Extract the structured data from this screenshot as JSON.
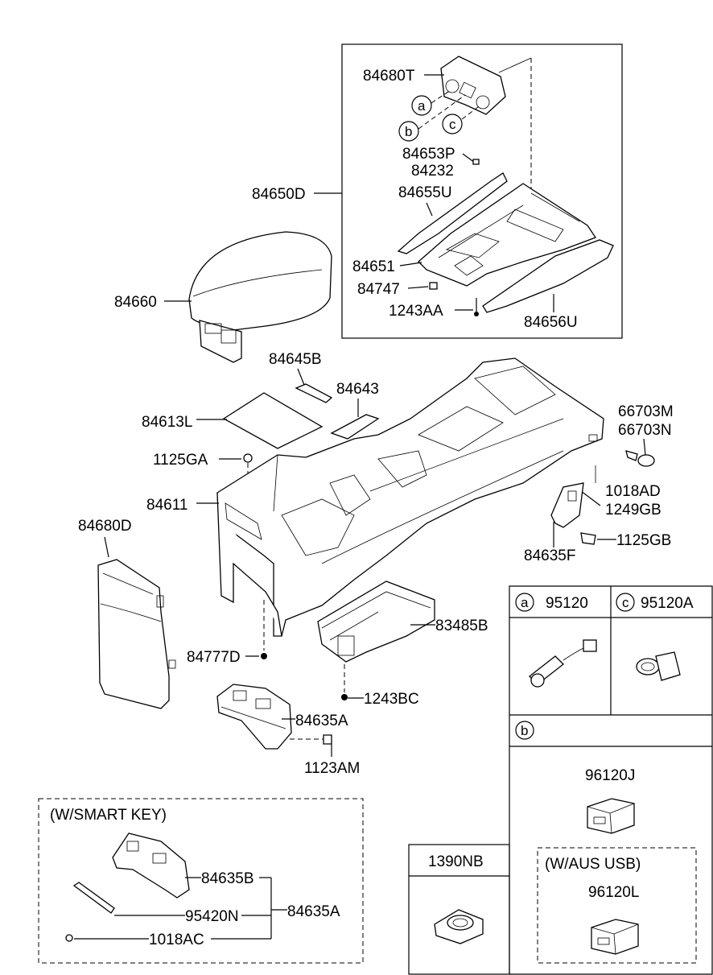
{
  "labels": {
    "l84680T": "84680T",
    "la": "a",
    "lb": "b",
    "lc": "c",
    "l84653P": "84653P",
    "l84232": "84232",
    "l84650D": "84650D",
    "l84655U": "84655U",
    "l84651": "84651",
    "l84747": "84747",
    "l1243AA": "1243AA",
    "l84656U": "84656U",
    "l84660": "84660",
    "l84645B": "84645B",
    "l84643": "84643",
    "l84613L": "84613L",
    "l1125GA": "1125GA",
    "l84611": "84611",
    "l84680D": "84680D",
    "l66703M": "66703M",
    "l66703N": "66703N",
    "l1018AD": "1018AD",
    "l1249GB": "1249GB",
    "l1125GB": "1125GB",
    "l84635F": "84635F",
    "l83485B": "83485B",
    "l84777D": "84777D",
    "l1243BC": "1243BC",
    "l84635A": "84635A",
    "l1123AM": "1123AM"
  },
  "legend": {
    "a_letter": "a",
    "a_part": "95120",
    "c_letter": "c",
    "c_part": "95120A",
    "b_letter": "b",
    "b_part": "96120J",
    "aus_title": "(W/AUS  USB)",
    "aus_part": "96120L",
    "nb_part": "1390NB"
  },
  "smart_key": {
    "title": "(W/SMART KEY)",
    "p84635B": "84635B",
    "p95420N": "95420N",
    "p1018AC": "1018AC",
    "p84635A": "84635A"
  }
}
